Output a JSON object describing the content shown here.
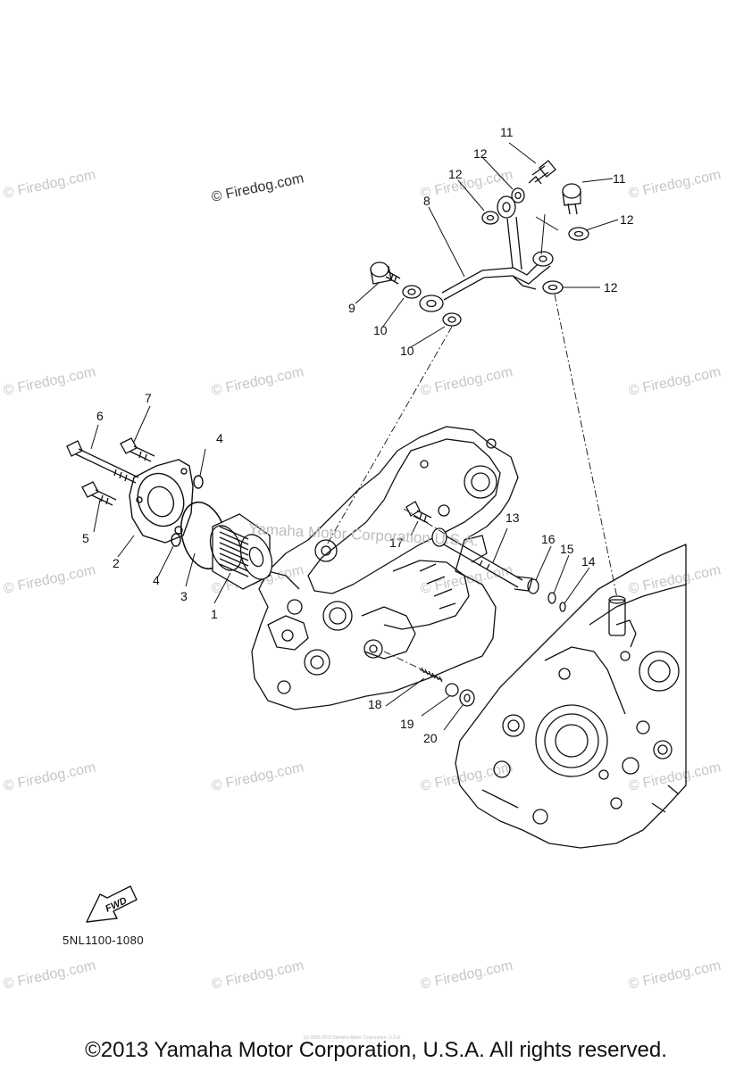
{
  "watermark": {
    "text": "© Firedog.com",
    "main_text": "© Firedog.com"
  },
  "center_watermark": "Yamaha Motor Corporation U.S.A.",
  "callouts": [
    "1",
    "2",
    "3",
    "4",
    "4",
    "5",
    "6",
    "7",
    "8",
    "9",
    "10",
    "10",
    "11",
    "11",
    "12",
    "12",
    "12",
    "12",
    "13",
    "14",
    "15",
    "16",
    "17",
    "18",
    "19",
    "20"
  ],
  "fwd_label": "FWD",
  "diagram_code": "5NL1100-1080",
  "copyright": "©2013 Yamaha Motor Corporation, U.S.A. All rights reserved.",
  "tiny_note": "(c) 2005-2013 Yamaha Motor Corporation, U.S.A."
}
